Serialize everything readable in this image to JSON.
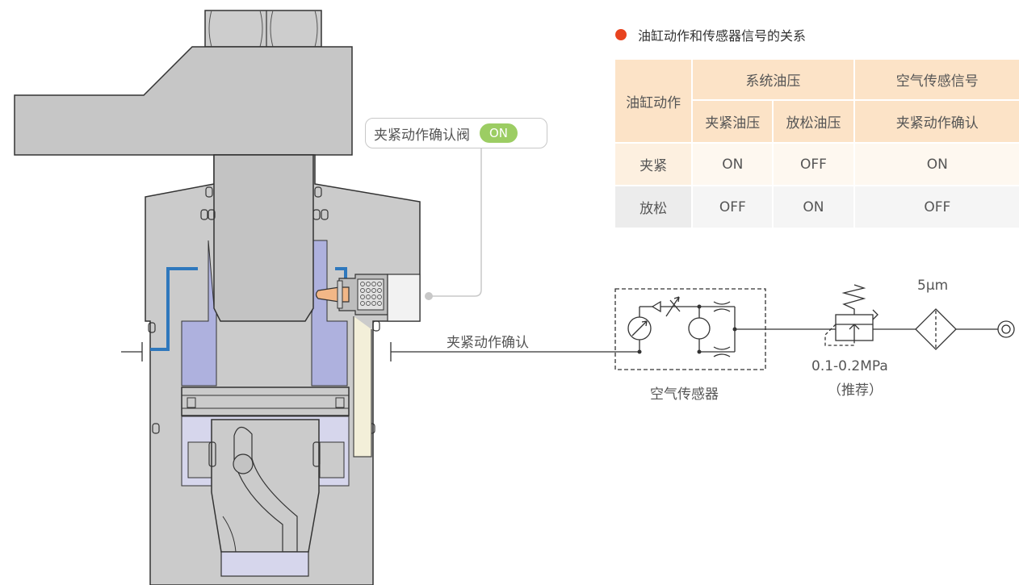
{
  "table": {
    "title": "油缸动作和传感器信号的关系",
    "header_action": "油缸动作",
    "header_system_pressure": "系统油压",
    "header_air_signal": "空气传感信号",
    "sub_clamp_pressure": "夹紧油压",
    "sub_release_pressure": "放松油压",
    "sub_clamp_confirm": "夹紧动作确认",
    "rows": [
      {
        "action": "夹紧",
        "clamp": "ON",
        "release": "OFF",
        "signal": "ON"
      },
      {
        "action": "放松",
        "clamp": "OFF",
        "release": "ON",
        "signal": "OFF"
      }
    ]
  },
  "callout": {
    "label": "夹紧动作确认阀",
    "status": "ON"
  },
  "labels": {
    "line": "夹紧动作确认",
    "air_sensor": "空气传感器",
    "pressure": "0.1-0.2MPa",
    "recommended": "（推荐）",
    "filter": "5μm"
  },
  "colors": {
    "accent_dot": "#e8431f",
    "on_badge": "#9ccd63",
    "header_fill": "#fce3c7",
    "body_gray": "#cbcbcb",
    "chamber_blue": "#aeb1de",
    "oil_line": "#2f78bd",
    "brass": "#f2b787"
  }
}
